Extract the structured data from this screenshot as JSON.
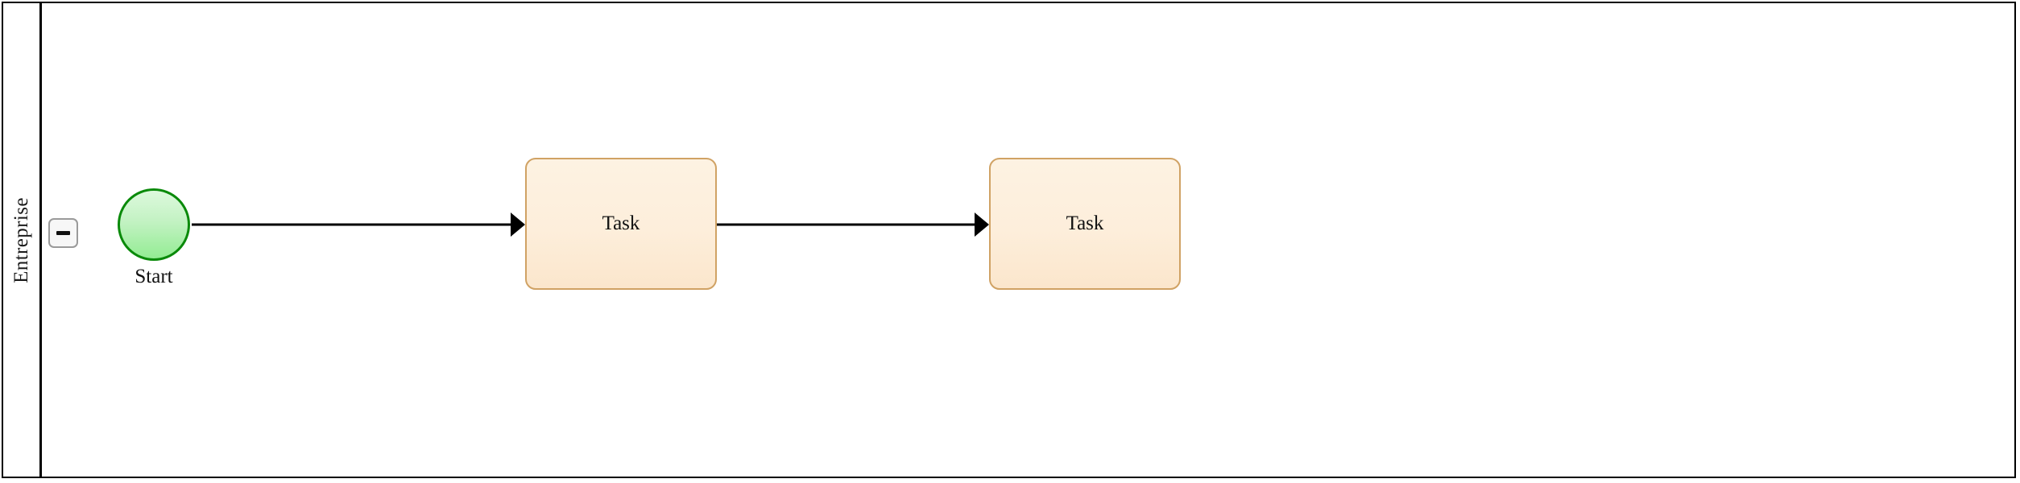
{
  "diagram": {
    "type": "bpmn-pool",
    "background_color": "#ffffff",
    "pool": {
      "border_color": "#000000",
      "lane": {
        "label": "Entreprise",
        "orientation": "vertical-rotated",
        "collapse_toggle": {
          "state": "expanded",
          "glyph": "minus",
          "icon_name": "collapse-minus-icon",
          "border_color": "#9a9a9a",
          "fill_color": "#f7f7f7"
        }
      }
    },
    "nodes": [
      {
        "id": "start-event",
        "kind": "start-event",
        "label": "Start",
        "shape": "circle",
        "fill_top": "#ddf9dd",
        "fill_bottom": "#93ec93",
        "stroke": "#0a8a0a"
      },
      {
        "id": "task-1",
        "kind": "task",
        "label": "Task",
        "shape": "rounded-rect",
        "fill_top": "#fdf2e2",
        "fill_bottom": "#fbe6cc",
        "stroke": "#d0a264"
      },
      {
        "id": "task-2",
        "kind": "task",
        "label": "Task",
        "shape": "rounded-rect",
        "fill_top": "#fdf2e2",
        "fill_bottom": "#fbe6cc",
        "stroke": "#d0a264"
      }
    ],
    "flows": [
      {
        "id": "flow-1",
        "from": "start-event",
        "to": "task-1",
        "style": "solid-arrow",
        "color": "#000000"
      },
      {
        "id": "flow-2",
        "from": "task-1",
        "to": "task-2",
        "style": "solid-arrow",
        "color": "#000000"
      }
    ]
  }
}
